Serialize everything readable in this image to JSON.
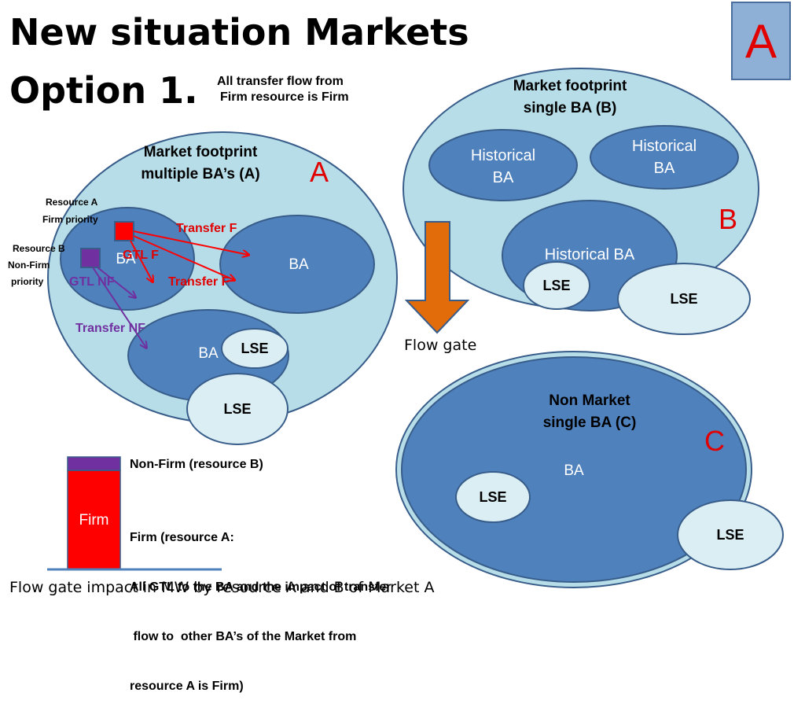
{
  "title_line1": "New situation Markets",
  "title_line2": "Option 1.",
  "note": [
    "All transfer flow from",
    "Firm resource is Firm"
  ],
  "corner_label": "A",
  "market_a": {
    "footprint": [
      "Market footprint",
      "multiple BA’s (A)"
    ],
    "letter": "A",
    "ba_labels": [
      "BA",
      "BA",
      "BA"
    ],
    "lse_labels": [
      "LSE",
      "LSE"
    ],
    "resource_a": [
      "Resource A",
      "Firm priority"
    ],
    "resource_b": [
      "Resource  B",
      "Non-Firm",
      "priority"
    ],
    "arrow_labels": {
      "transfer_f_top": "Transfer  F",
      "gtl_f": "GTL  F",
      "transfer_f_bottom": "Transfer  F",
      "gtl_nf": "GTL  NF",
      "transfer_nf": "Transfer NF"
    }
  },
  "market_b": {
    "footprint": [
      "Market footprint",
      "single BA (B)"
    ],
    "letter": "B",
    "historical": [
      [
        "Historical",
        "BA"
      ],
      [
        "Historical",
        "BA"
      ]
    ],
    "historical_main": "Historical BA",
    "lse_labels": [
      "LSE",
      "LSE"
    ]
  },
  "flow_gate": "Flow gate",
  "market_c": {
    "title": [
      "Non Market",
      "single BA (C)"
    ],
    "letter": "C",
    "ba": "BA",
    "lse_labels": [
      "LSE",
      "LSE"
    ]
  },
  "legend": {
    "bar_label": "Firm",
    "non_firm": "Non-Firm (resource B)",
    "firm_lines": [
      "Firm (resource A:",
      "All GTL to the BA and the impact of transfer",
      " flow to  other BA’s of the Market from",
      "resource A is Firm)"
    ],
    "colors": {
      "firm": "#ff0000",
      "non_firm": "#7030a0"
    }
  },
  "caption": "Flow gate impact in MW by resource A and B of Market A",
  "colors": {
    "market_light": "#b7dde8",
    "ba_blue": "#4f81bd",
    "outline": "#385d8a",
    "lse_fill": "#dbeef4",
    "red": "#e00000",
    "arrow_red": "#ff0000",
    "arrow_purple": "#7030a0",
    "flowgate_orange": "#e36c0a"
  }
}
